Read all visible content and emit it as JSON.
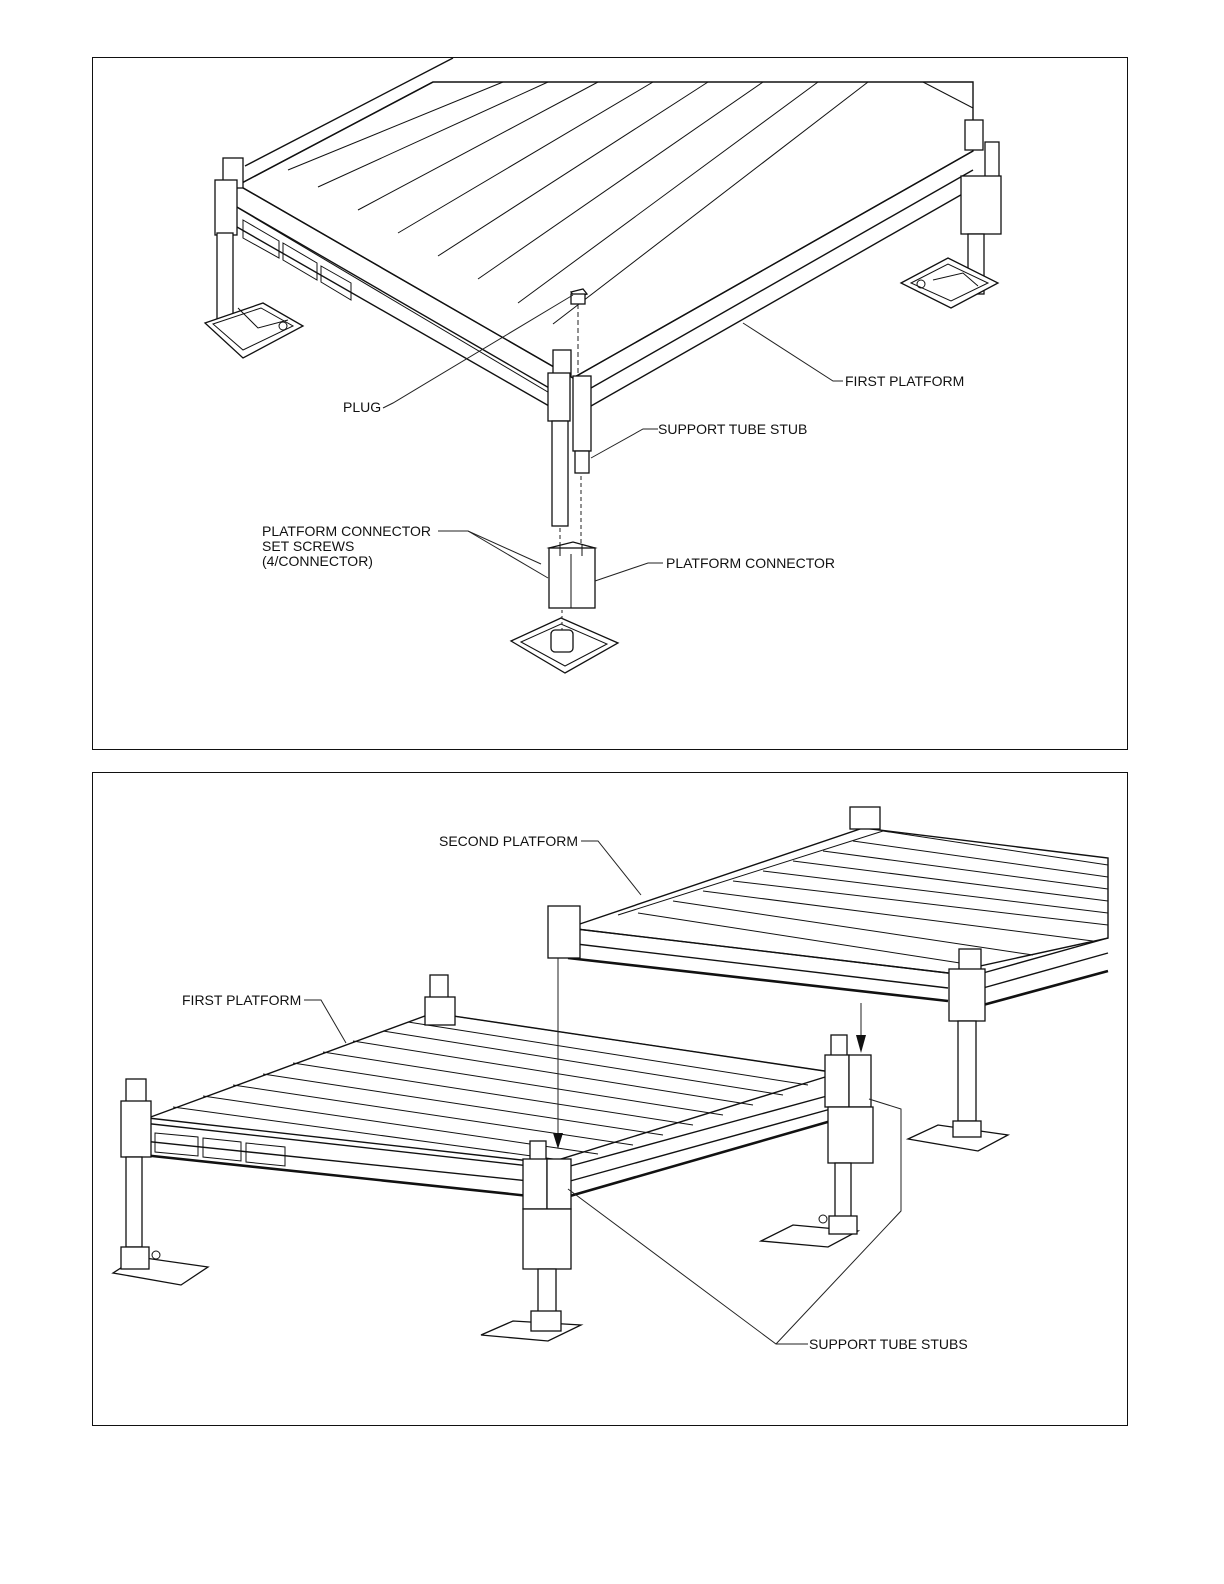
{
  "top_figure": {
    "labels": {
      "plug": "PLUG",
      "first_platform": "FIRST PLATFORM",
      "support_tube_stub": "SUPPORT TUBE STUB",
      "set_screws_line1": "PLATFORM CONNECTOR",
      "set_screws_line2": "SET SCREWS",
      "set_screws_line3": "(4/CONNECTOR)",
      "platform_connector": "PLATFORM CONNECTOR"
    }
  },
  "bottom_figure": {
    "labels": {
      "second_platform": "SECOND PLATFORM",
      "first_platform": "FIRST PLATFORM",
      "support_tube_stubs": "SUPPORT TUBE STUBS"
    }
  }
}
